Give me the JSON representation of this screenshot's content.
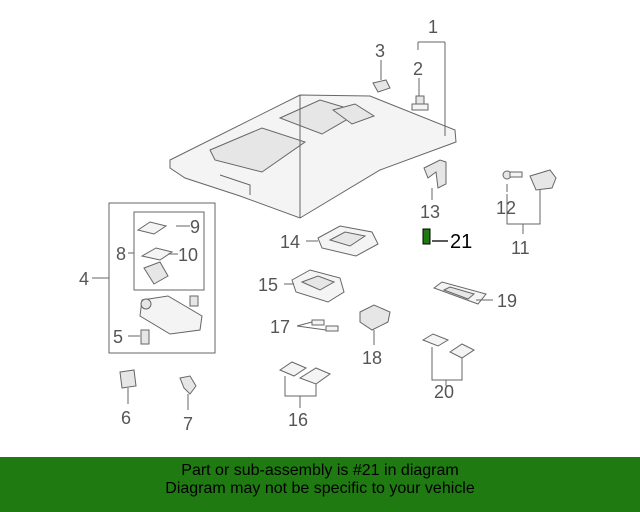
{
  "callouts": [
    {
      "id": "1",
      "label": "1"
    },
    {
      "id": "2",
      "label": "2"
    },
    {
      "id": "3",
      "label": "3"
    },
    {
      "id": "4",
      "label": "4"
    },
    {
      "id": "5",
      "label": "5"
    },
    {
      "id": "6",
      "label": "6"
    },
    {
      "id": "7",
      "label": "7"
    },
    {
      "id": "8",
      "label": "8"
    },
    {
      "id": "9",
      "label": "9"
    },
    {
      "id": "10",
      "label": "10"
    },
    {
      "id": "11",
      "label": "11"
    },
    {
      "id": "12",
      "label": "12"
    },
    {
      "id": "13",
      "label": "13"
    },
    {
      "id": "14",
      "label": "14"
    },
    {
      "id": "15",
      "label": "15"
    },
    {
      "id": "16",
      "label": "16"
    },
    {
      "id": "17",
      "label": "17"
    },
    {
      "id": "18",
      "label": "18"
    },
    {
      "id": "19",
      "label": "19"
    },
    {
      "id": "20",
      "label": "20"
    },
    {
      "id": "21",
      "label": "21"
    }
  ],
  "highlight": {
    "part": "21",
    "color": "#1f7a12"
  },
  "banner": {
    "line1": "Part or sub-assembly is #21 in diagram",
    "line2": "Diagram may not be specific to your vehicle",
    "background": "#1f7a12"
  }
}
